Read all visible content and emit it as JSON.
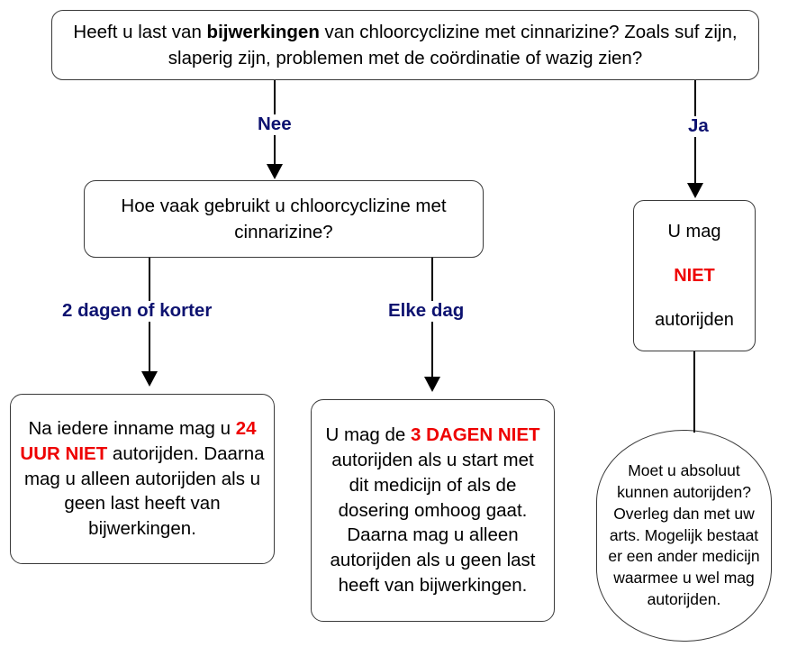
{
  "diagram": {
    "title": "Chloorcyclizine met cinnarizine - autorijden beslisboom",
    "colors": {
      "edge_label": "#0d1270",
      "highlight": "#ee0000",
      "box_border": "#3a3a3a",
      "background": "#ffffff"
    }
  },
  "nodes": {
    "question_side_effects": {
      "id": "question-side-effects",
      "shape": "rounded-rectangle",
      "text_full": "Heeft u last van bijwerkingen van chloorcyclizine met cinnarizine? Zoals suf zijn, slaperig zijn, problemen met de coördinatie of wazig zien?",
      "segments": [
        {
          "text": "Heeft u last van ",
          "style": "normal"
        },
        {
          "text": "bijwerkingen",
          "style": "bold"
        },
        {
          "text": " van chloorcyclizine met cinnarizine? Zoals suf zijn, slaperig zijn, problemen met de coördinatie of wazig zien?",
          "style": "normal"
        }
      ]
    },
    "question_frequency": {
      "id": "question-frequency",
      "shape": "rounded-rectangle",
      "text_full": "Hoe vaak gebruikt u chloorcyclizine met cinnarizine?",
      "segments": [
        {
          "text": "Hoe vaak gebruikt u chloorcyclizine met cinnarizine?",
          "style": "normal"
        }
      ]
    },
    "outcome_no_driving": {
      "id": "outcome-no-driving",
      "shape": "rounded-rectangle",
      "text_full": "U mag NIET autorijden",
      "segments": [
        {
          "text": "U mag",
          "style": "normal"
        },
        {
          "text": "NIET",
          "style": "red-bold"
        },
        {
          "text": "autorijden",
          "style": "normal"
        }
      ]
    },
    "outcome_24h": {
      "id": "outcome-24h",
      "shape": "rounded-rectangle",
      "text_full": "Na iedere inname mag u 24 UUR NIET autorijden. Daarna mag u alleen autorijden als u geen last heeft van bijwerkingen.",
      "segments": [
        {
          "text": "Na iedere inname mag u ",
          "style": "normal"
        },
        {
          "text": "24 UUR NIET",
          "style": "red-bold"
        },
        {
          "text": " autorijden. Daarna mag u alleen autorijden als u geen last heeft van bijwerkingen.",
          "style": "normal"
        }
      ]
    },
    "outcome_3days": {
      "id": "outcome-3days",
      "shape": "rounded-rectangle",
      "text_full": "U mag de 3 DAGEN NIET autorijden als u start met dit medicijn of als de dosering omhoog gaat. Daarna mag u alleen autorijden als u geen last heeft van bijwerkingen.",
      "segments": [
        {
          "text": "U mag de ",
          "style": "normal"
        },
        {
          "text": "3 DAGEN NIET",
          "style": "red-bold"
        },
        {
          "text": " autorijden als u start met dit medicijn of als de dosering omhoog gaat. Daarna mag u alleen autorijden als u geen last heeft van bijwerkingen.",
          "style": "normal"
        }
      ]
    },
    "advice_doctor": {
      "id": "advice-doctor",
      "shape": "stadium",
      "text_full": "Moet u absoluut kunnen autorijden? Overleg dan met uw arts. Mogelijk bestaat er een ander medicijn waarmee u wel mag autorijden.",
      "segments": [
        {
          "text": "Moet u absoluut kunnen autorijden? Overleg dan met uw arts. Mogelijk bestaat er een ander medicijn waarmee u wel mag autorijden.",
          "style": "normal"
        }
      ]
    }
  },
  "edges": {
    "nee": {
      "label": "Nee",
      "from": "question-side-effects",
      "to": "question-frequency"
    },
    "ja": {
      "label": "Ja",
      "from": "question-side-effects",
      "to": "outcome-no-driving"
    },
    "short": {
      "label": "2 dagen of korter",
      "from": "question-frequency",
      "to": "outcome-24h"
    },
    "daily": {
      "label": "Elke dag",
      "from": "question-frequency",
      "to": "outcome-3days"
    },
    "advice": {
      "label": "",
      "from": "outcome-no-driving",
      "to": "advice-doctor"
    }
  }
}
